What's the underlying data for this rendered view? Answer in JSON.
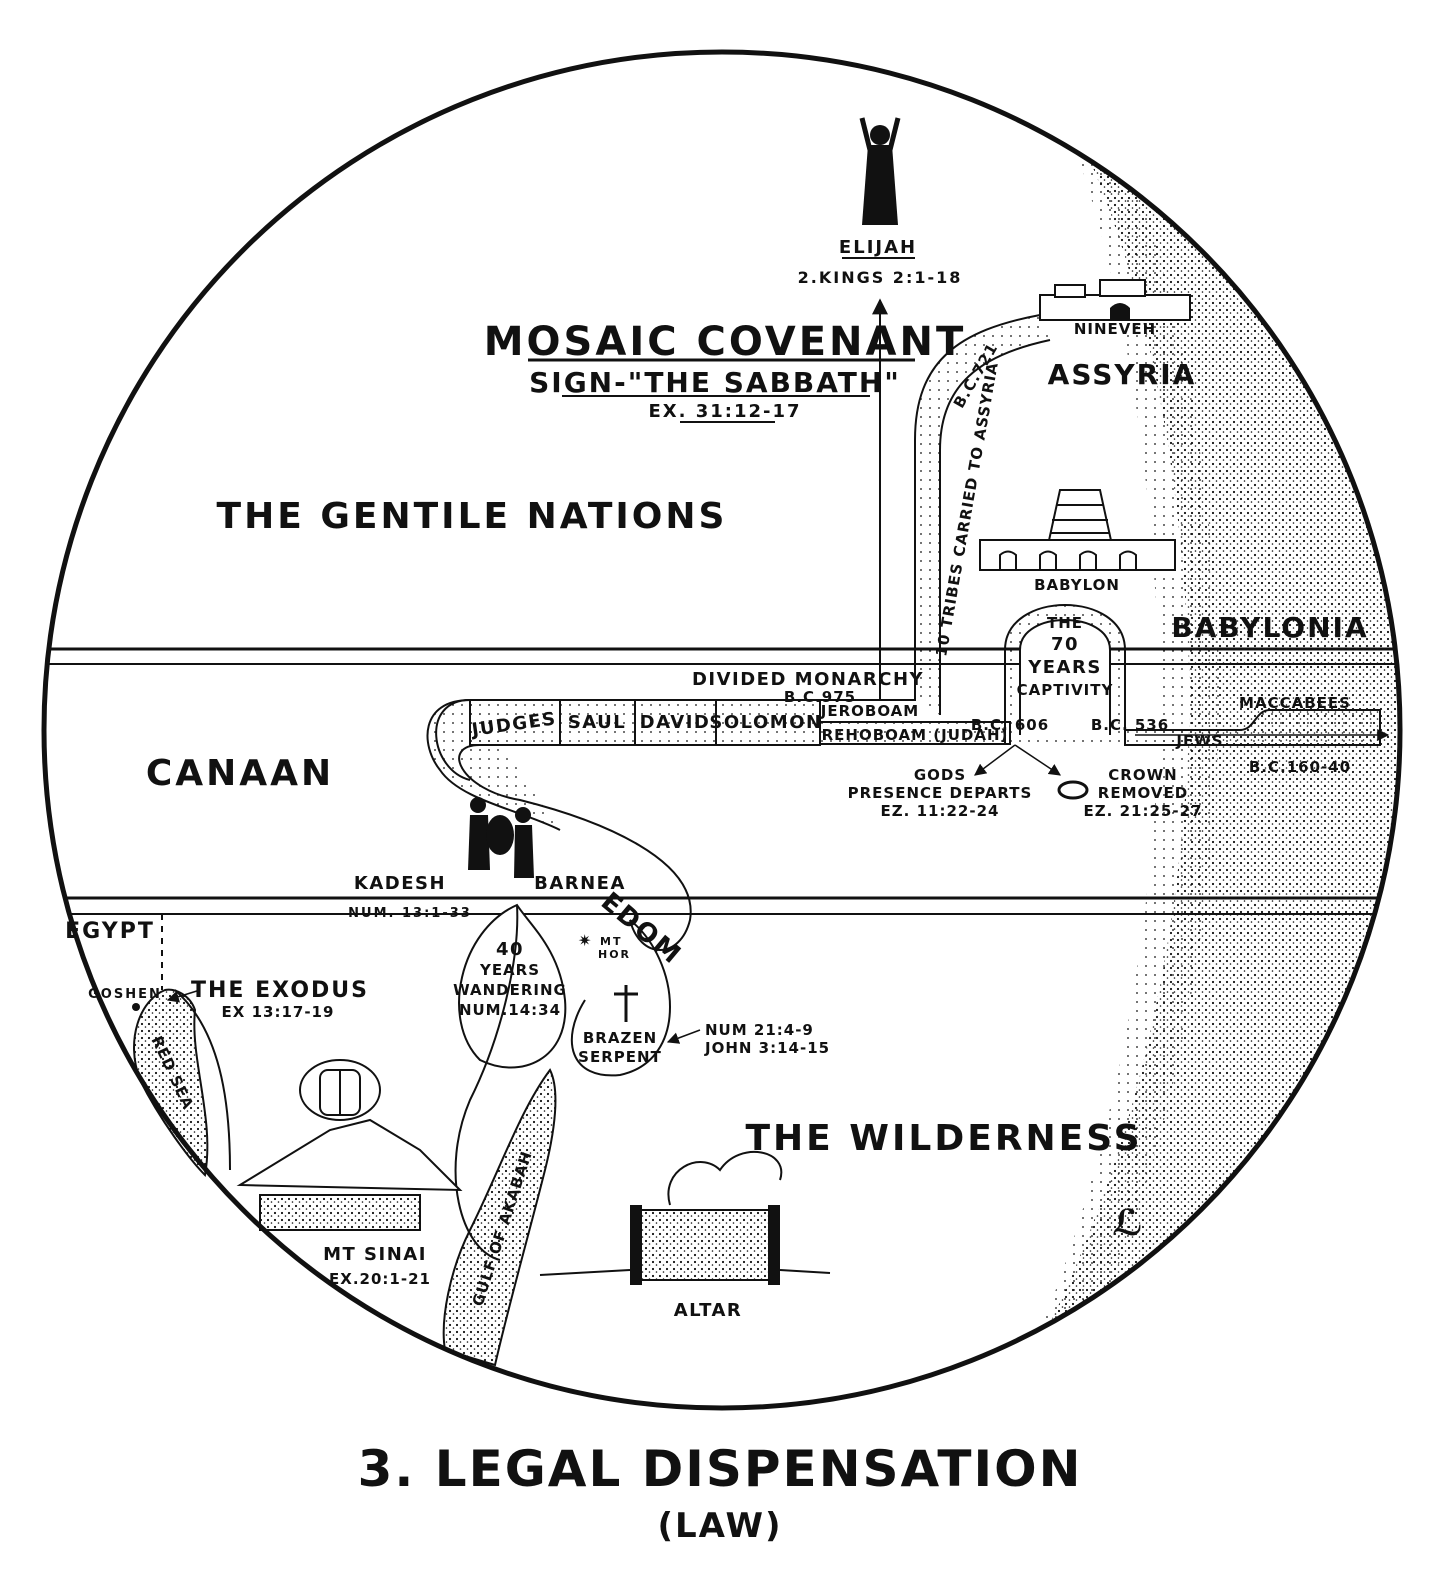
{
  "title": "3. LEGAL DISPENSATION",
  "subtitle": "(LAW)",
  "colors": {
    "ink": "#111111",
    "paper": "#ffffff"
  },
  "regions": {
    "gentile_nations": "THE GENTILE NATIONS",
    "canaan": "CANAAN",
    "wilderness": "THE WILDERNESS",
    "egypt": "EGYPT",
    "assyria": "ASSYRIA",
    "babylonia": "BABYLONIA",
    "edom": "EDOM"
  },
  "covenant": {
    "name": "MOSAIC COVENANT",
    "sign": "SIGN-\"THE SABBATH\"",
    "ref": "EX. 31:12-17"
  },
  "elijah": {
    "name": "ELIJAH",
    "ref": "2.KINGS 2:1-18"
  },
  "cities": {
    "nineveh": "NINEVEH",
    "babylon": "BABYLON"
  },
  "timeline": {
    "judges": "JUDGES",
    "saul": "SAUL",
    "david": "DAVID",
    "solomon": "SOLOMON",
    "divided_monarchy": "DIVIDED MONARCHY",
    "divided_date": "B.C.975",
    "jeroboam": "JEROBOAM",
    "rehoboam": "REHOBOAM (JUDAH)",
    "ten_tribes": "10 TRIBES CARRIED TO ASSYRIA",
    "ten_tribes_date": "B.C.721",
    "captivity": [
      "THE",
      "70",
      "YEARS",
      "CAPTIVITY"
    ],
    "bc_606": "B.C. 606",
    "bc_536": "B.C. 536",
    "jews": "JEWS",
    "maccabees": "MACCABEES",
    "maccabees_date": "B.C.160-40"
  },
  "events": {
    "gods_presence": [
      "GODS",
      "PRESENCE DEPARTS",
      "EZ. 11:22-24"
    ],
    "crown_removed": [
      "CROWN",
      "REMOVED",
      "EZ. 21:25-27"
    ],
    "kadesh": "KADESH",
    "barnea": "BARNEA",
    "kadesh_ref": "NUM. 13:1-33",
    "wandering": [
      "40",
      "YEARS",
      "WANDERING",
      "NUM.14:34"
    ],
    "mt_hor": [
      "MT",
      "HOR"
    ],
    "brazen_serpent": [
      "BRAZEN",
      "SERPENT"
    ],
    "serpent_refs": [
      "NUM 21:4-9",
      "JOHN 3:14-15"
    ],
    "goshen": "GOSHEN",
    "exodus": "THE EXODUS",
    "exodus_ref": "EX 13:17-19",
    "red_sea": "RED SEA",
    "sinai": "MT SINAI",
    "sinai_ref": "EX.20:1-21",
    "gulf": "GULF OF AKABAH",
    "altar": "ALTAR"
  }
}
